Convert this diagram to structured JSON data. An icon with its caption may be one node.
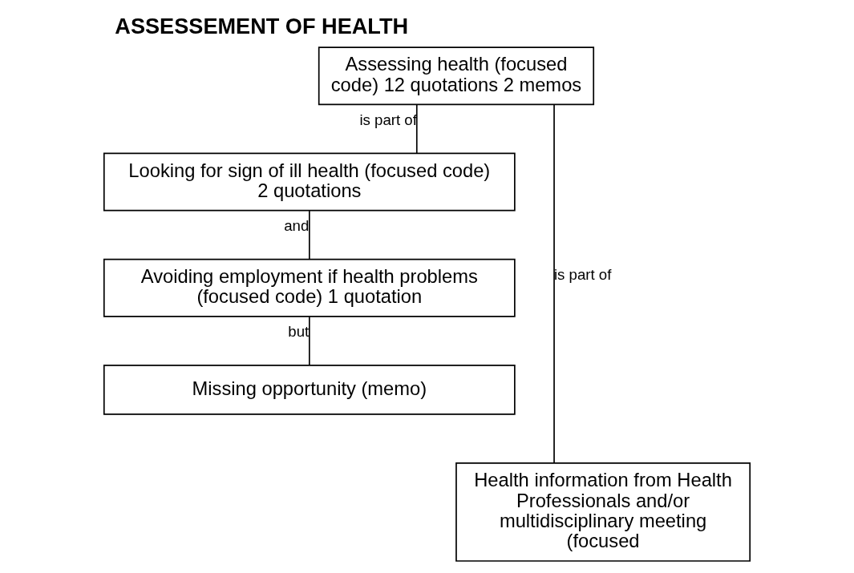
{
  "diagram": {
    "title": "ASSESSEMENT OF HEALTH",
    "nodes": [
      {
        "text": [
          "Assessing health (focused code) 12 quotations 2 memos"
        ]
      },
      {
        "text": [
          "Looking for sign of ill health (focused code) 2 quotations"
        ]
      },
      {
        "text": [
          "Avoiding employment if health problems (focused code) 1 quotation"
        ]
      },
      {
        "text": [
          "Missing opportunity (memo)"
        ]
      },
      {
        "text": [
          "Health information from Health Professionals and/or multidisciplinary meeting (focused"
        ]
      }
    ],
    "edges": [
      {
        "from": 0,
        "to": 1,
        "arrow": "none",
        "label": "is part of"
      },
      {
        "from": 1,
        "to": 2,
        "arrow": "none",
        "label": "and"
      },
      {
        "from": 2,
        "to": 3,
        "arrow": "none",
        "label": "but"
      },
      {
        "from": 0,
        "to": 4,
        "arrow": "none",
        "label": "is part of"
      }
    ]
  }
}
